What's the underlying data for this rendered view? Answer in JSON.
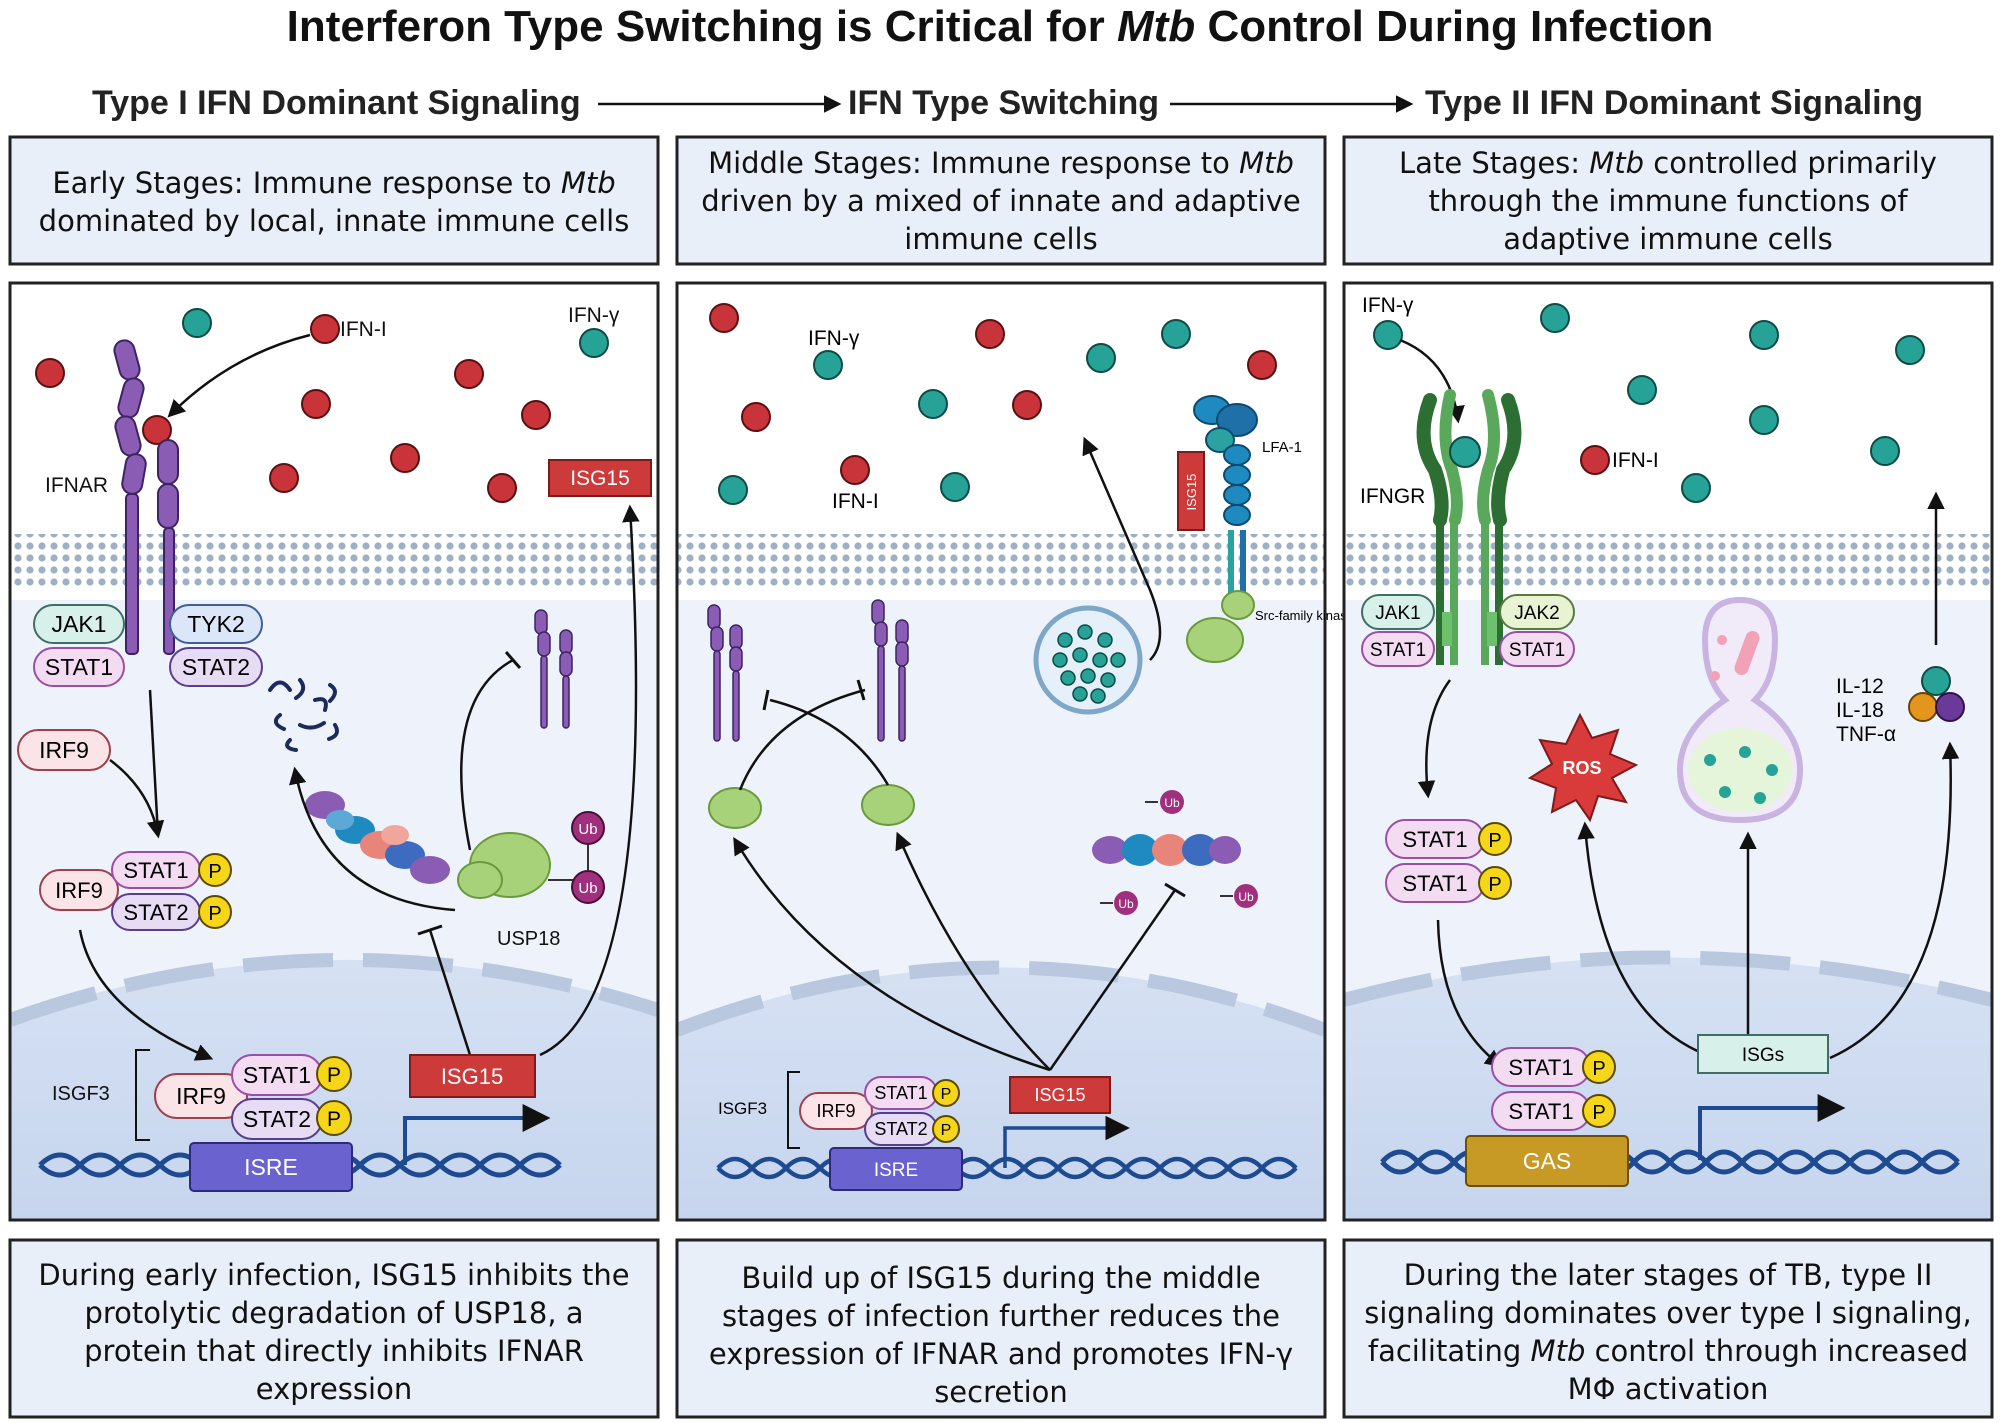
{
  "title": {
    "prefix": "Interferon Type Switching is Critical for ",
    "mtb": "Mtb",
    "suffix": " Control During Infection"
  },
  "headers": {
    "type1": "Type I IFN Dominant Signaling",
    "switching": "IFN Type Switching",
    "type2": "Type II IFN Dominant Signaling"
  },
  "stage_boxes": {
    "early": {
      "a": "Early Stages: Immune response to ",
      "mtb": "Mtb",
      "b": " dominated by local, innate immune cells"
    },
    "middle": {
      "a": "Middle Stages: Immune response to ",
      "mtb": "Mtb",
      "b": " driven by a mixed of innate and adaptive immune cells"
    },
    "late": {
      "a": "Late Stages: ",
      "mtb": "Mtb",
      "b": " controlled primarily through the immune functions of adaptive immune cells"
    }
  },
  "captions": {
    "early": "During early infection, ISG15 inhibits the protolytic degradation of USP18, a protein that directly inhibits IFNAR expression",
    "middle": "Build up of ISG15 during the middle stages of infection further reduces the expression of IFNAR and promotes IFN-γ secretion",
    "late": {
      "a": "During the later stages of TB, type II signaling dominates over type I signaling, facilitating ",
      "mtb": "Mtb",
      "b": " control through increased MΦ activation"
    }
  },
  "panel1": {
    "ifn_i": "IFN-I",
    "ifn_g": "IFN-γ",
    "ifnar": "IFNAR",
    "isg15_top": "ISG15",
    "jak1": "JAK1",
    "tyk2": "TYK2",
    "stat1": "STAT1",
    "stat2": "STAT2",
    "irf9": "IRF9",
    "p": "P",
    "ub": "Ub",
    "usp18": "USP18",
    "isgf3": "ISGF3",
    "isre": "ISRE",
    "isg15_box": "ISG15"
  },
  "panel2": {
    "ifn_g": "IFN-γ",
    "ifn_i": "IFN-I",
    "lfa1": "LFA-1",
    "isg15_vertical": "ISG15",
    "src_kinase": "Src-family kinase",
    "ub": "Ub",
    "isgf3": "ISGF3",
    "irf9": "IRF9",
    "stat1": "STAT1",
    "stat2": "STAT2",
    "p": "P",
    "isre": "ISRE",
    "isg15_box": "ISG15"
  },
  "panel3": {
    "ifn_g": "IFN-γ",
    "ifngr": "IFNGR",
    "ifn_i": "IFN-I",
    "jak1": "JAK1",
    "jak2": "JAK2",
    "stat1": "STAT1",
    "p": "P",
    "ros": "ROS",
    "isgs": "ISGs",
    "gas": "GAS",
    "il12": "IL-12",
    "il18": "IL-18",
    "tnfa": "TNF-α"
  },
  "colors": {
    "ifn_i": "#c8343a",
    "ifn_g": "#26a396",
    "panel_bg": "#eef3fb",
    "stage_box_bg": "#e8eff9",
    "ifnar": "#8a5cb3",
    "ifngr": "#3f8f45",
    "stat_fill": "#f3dcf2",
    "stat_stroke": "#9a4ea5",
    "phospho": "#f5d619",
    "dna": "#1d4a90",
    "isre": "#6a63cf",
    "gas": "#c79a26",
    "isg15": "#cc3a3a",
    "ub": "#a0307e",
    "ros": "#d93a3a",
    "membrane": "#9db0c6"
  }
}
